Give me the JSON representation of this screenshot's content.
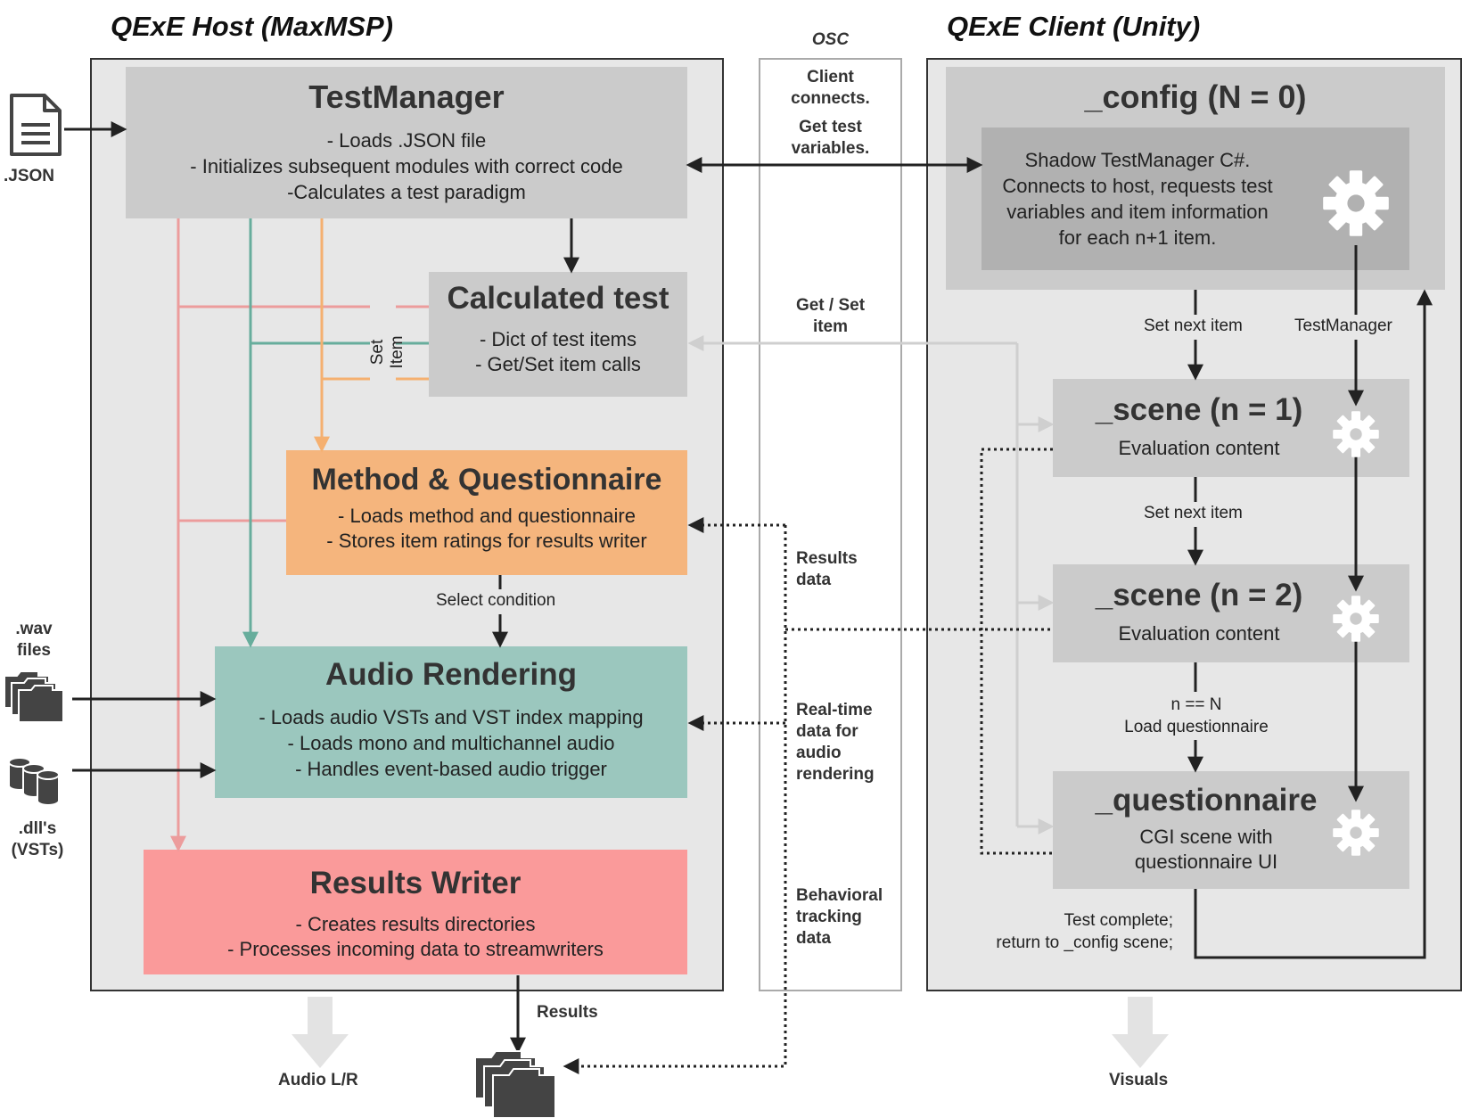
{
  "host": {
    "title": "QExE Host (MaxMSP)",
    "test_manager": {
      "title": "TestManager",
      "lines": [
        "- Loads .JSON file",
        "- Initializes subsequent modules with correct code",
        "-Calculates a test paradigm"
      ]
    },
    "calculated_test": {
      "title": "Calculated test",
      "lines": [
        "- Dict of test items",
        "- Get/Set item calls"
      ]
    },
    "set_item_label": "Set Item",
    "method_questionnaire": {
      "title": "Method & Questionnaire",
      "lines": [
        "- Loads method and questionnaire",
        "- Stores item ratings for results writer"
      ]
    },
    "select_condition_label": "Select condition",
    "audio_rendering": {
      "title": "Audio Rendering",
      "lines": [
        "- Loads audio VSTs and VST index mapping",
        "- Loads mono and multichannel audio",
        "- Handles event-based audio trigger"
      ]
    },
    "results_writer": {
      "title": "Results Writer",
      "lines": [
        "- Creates results directories",
        "- Processes incoming data to streamwriters"
      ]
    }
  },
  "inputs": {
    "json_label": ".JSON",
    "wav_label": [
      ".wav",
      "files"
    ],
    "dll_label": [
      ".dll's",
      "(VSTs)"
    ]
  },
  "osc": {
    "title": "OSC",
    "client_connects": [
      "Client",
      "connects."
    ],
    "get_test_variables": [
      "Get test",
      "variables."
    ],
    "get_set_item": [
      "Get / Set",
      "item"
    ],
    "results_data": [
      "Results",
      "data"
    ],
    "realtime_data": [
      "Real-time",
      "data for",
      "audio",
      "rendering"
    ],
    "behavioral_data": [
      "Behavioral",
      "tracking",
      "data"
    ]
  },
  "client": {
    "title": "QExE Client (Unity)",
    "config": {
      "title": "_config (N = 0)",
      "lines": [
        "Shadow TestManager C#.",
        "Connects to host, requests test",
        "variables and item information",
        "for each n+1 item."
      ]
    },
    "set_next_item_1": "Set next item",
    "testmanager_label": "TestManager",
    "scene1": {
      "title": "_scene (n = 1)",
      "lines": [
        "Evaluation content"
      ]
    },
    "set_next_item_2": "Set next item",
    "scene2": {
      "title": "_scene (n = 2)",
      "lines": [
        "Evaluation content"
      ]
    },
    "load_questionnaire": [
      "n == N",
      "Load questionnaire"
    ],
    "questionnaire": {
      "title": "_questionnaire",
      "lines": [
        "CGI scene with",
        "questionnaire UI"
      ]
    },
    "test_complete": [
      "Test complete;",
      "return to _config scene;"
    ]
  },
  "outputs": {
    "results_label": "Results",
    "audio_label": "Audio L/R",
    "visuals_label": "Visuals"
  },
  "colors": {
    "panel_bg": "#e7e7e7",
    "box_gray": "#cbcbcb",
    "box_dark_gray": "#b1b1b1",
    "method_orange": "#f5b57d",
    "audio_teal": "#9bc7be",
    "results_pink": "#fa9a9a",
    "line_pink": "#ec9c9c",
    "line_teal": "#67ad9c",
    "line_orange": "#f5b070",
    "line_light": "#cfcfcf"
  },
  "icons": [
    "document-icon",
    "folders-icon",
    "database-icon",
    "gear-icon",
    "results-folders-icon",
    "down-arrow-icon"
  ]
}
